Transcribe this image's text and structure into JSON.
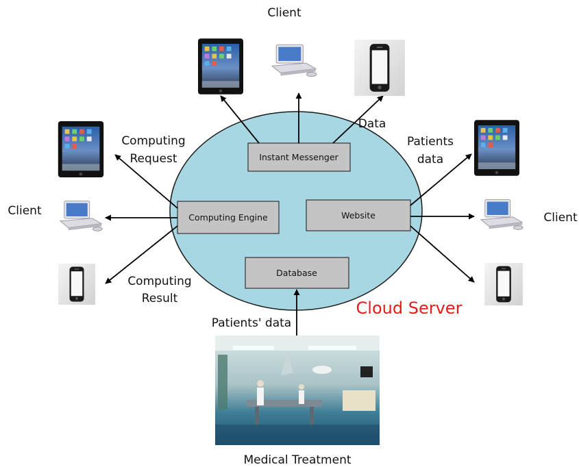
{
  "labels": {
    "client_top": "Client",
    "client_left": "Client",
    "client_right": "Client",
    "computing_request_1": "Computing",
    "computing_request_2": "Request",
    "computing_result_1": "Computing",
    "computing_result_2": "Result",
    "data": "Data",
    "patients_data_1": "Patients",
    "patients_data_2": "data",
    "patients_data_bottom": "Patients' data",
    "medical_treatment": "Medical Treatment",
    "cloud_server": "Cloud Server"
  },
  "boxes": {
    "instant_messenger": "Instant Messenger",
    "computing_engine": "Computing Engine",
    "website": "Website",
    "database": "Database"
  },
  "colors": {
    "cloud_fill": "#a8d7e4",
    "box_fill": "#c4c4c4",
    "cloud_label": "#e51c1c",
    "arrow": "#000000"
  },
  "icons": {
    "tablet": "tablet-icon",
    "laptop": "laptop-icon",
    "phone": "smartphone-icon",
    "photo": "operating-room-photo"
  }
}
